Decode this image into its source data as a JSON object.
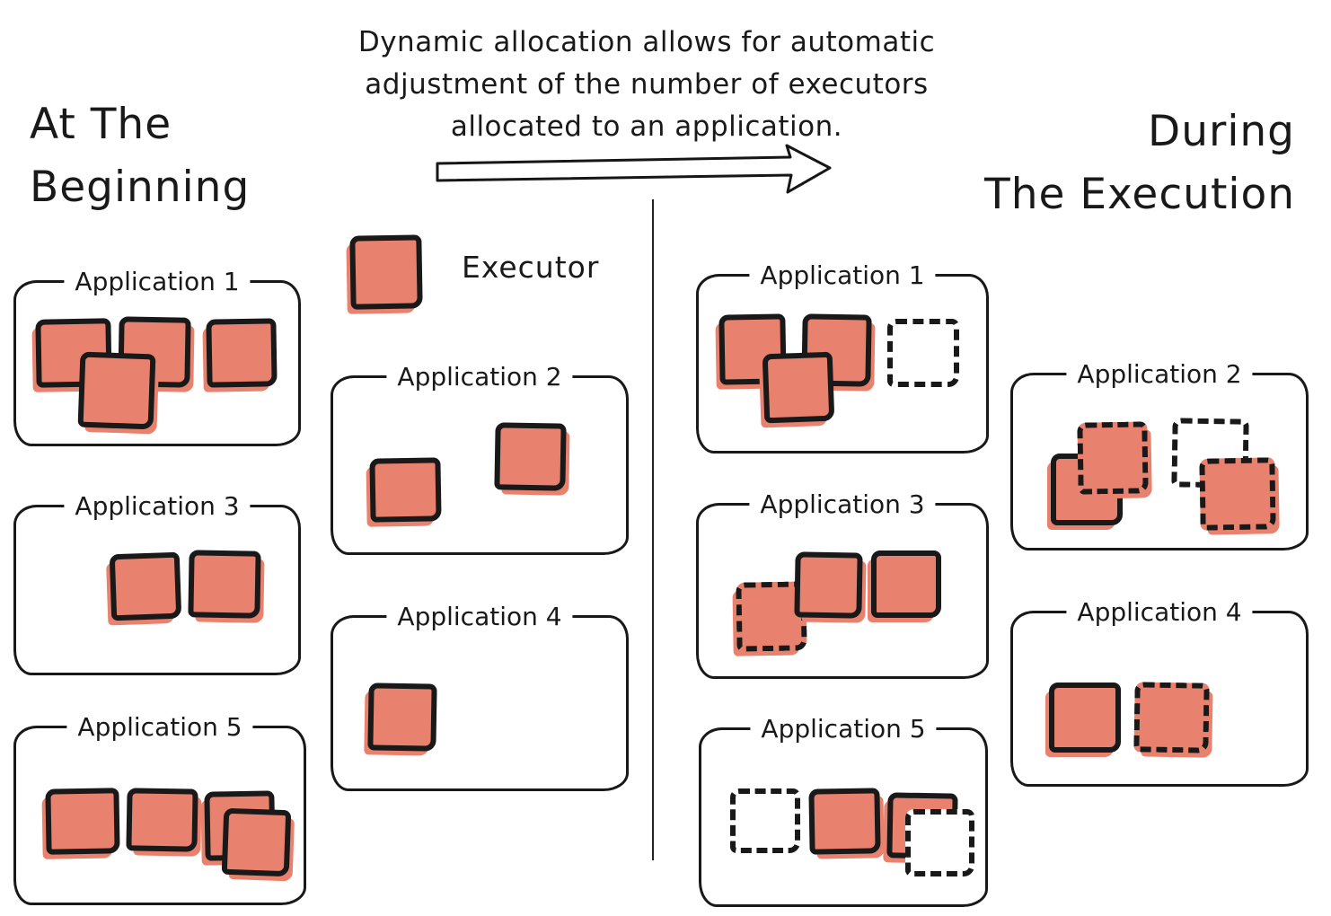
{
  "title": {
    "lines": [
      "Dynamic allocation allows for automatic",
      "adjustment of the number of executors",
      "allocated to an application."
    ]
  },
  "legend": {
    "label": "Executor"
  },
  "colors": {
    "executor_fill": "#E8826E",
    "ink": "#191919",
    "background": "#FFFFFF"
  },
  "panels": {
    "beginning": {
      "heading_lines": [
        "At The",
        "Beginning"
      ],
      "applications": [
        {
          "id": "b1",
          "label": "Application 1",
          "executors": [
            "filled",
            "filled",
            "filled",
            "filled"
          ]
        },
        {
          "id": "b2",
          "label": "Application 2",
          "executors": [
            "filled",
            "filled"
          ]
        },
        {
          "id": "b3",
          "label": "Application 3",
          "executors": [
            "filled",
            "filled"
          ]
        },
        {
          "id": "b4",
          "label": "Application 4",
          "executors": [
            "filled"
          ]
        },
        {
          "id": "b5",
          "label": "Application 5",
          "executors": [
            "filled",
            "filled",
            "filled",
            "filled"
          ]
        }
      ]
    },
    "execution": {
      "heading_lines": [
        "During",
        "The Execution"
      ],
      "applications": [
        {
          "id": "e1",
          "label": "Application 1",
          "executors": [
            "filled",
            "filled",
            "filled",
            "dashed-empty"
          ]
        },
        {
          "id": "e2",
          "label": "Application 2",
          "executors": [
            "filled",
            "dashed-filled",
            "dashed-empty",
            "dashed-filled"
          ]
        },
        {
          "id": "e3",
          "label": "Application 3",
          "executors": [
            "dashed-filled",
            "filled",
            "filled"
          ]
        },
        {
          "id": "e4",
          "label": "Application 4",
          "executors": [
            "filled",
            "dashed-filled"
          ]
        },
        {
          "id": "e5",
          "label": "Application 5",
          "executors": [
            "dashed-empty",
            "filled",
            "filled",
            "dashed-empty"
          ]
        }
      ]
    }
  }
}
